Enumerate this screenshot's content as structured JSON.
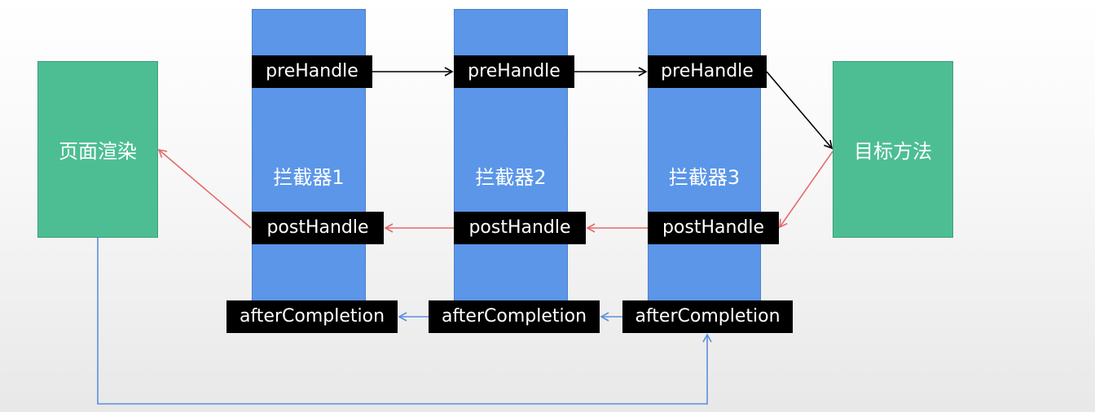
{
  "nodes": {
    "page_render": "页面渲染",
    "target_method": "目标方法",
    "interceptors": [
      "拦截器1",
      "拦截器2",
      "拦截器3"
    ]
  },
  "handlers": {
    "pre": "preHandle",
    "post": "postHandle",
    "after": "afterCompletion"
  },
  "colors": {
    "green": "#4dbe94",
    "blue": "#5b96e8",
    "tag": "#000000",
    "arrow_pre": "#000000",
    "arrow_post": "#e46a6a",
    "arrow_after": "#5b8fdb"
  }
}
